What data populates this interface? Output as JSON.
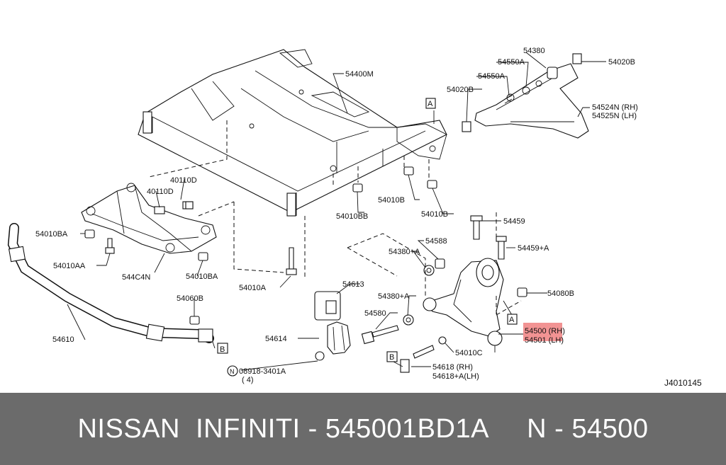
{
  "diagram": {
    "labels": {
      "l_54400M": "54400M",
      "l_54380": "54380",
      "l_54550A_1": "54550A",
      "l_54550A_2": "54550A",
      "l_54020B_1": "54020B",
      "l_54020B_2": "54020B",
      "l_54524N": "54524N (RH)",
      "l_54525N": "54525N (LH)",
      "l_40110D_1": "40110D",
      "l_40110D_2": "40110D",
      "l_54010B": "54010B",
      "l_54010BB": "54010BB",
      "l_54010B_2": "54010B",
      "l_54010BA_1": "54010BA",
      "l_54010AA": "54010AA",
      "l_544C4N": "544C4N",
      "l_54010BA_2": "54010BA",
      "l_54010A": "54010A",
      "l_54459": "54459",
      "l_54459A": "54459+A",
      "l_54588": "54588",
      "l_54380A_1": "54380+A",
      "l_54380A_2": "54380+A",
      "l_54080B": "54080B",
      "l_54613": "54613",
      "l_54580": "54580",
      "l_54500": "54500 (RH)",
      "l_54501": "54501 (LH)",
      "l_54010C": "54010C",
      "l_54614": "54614",
      "l_54060B": "54060B",
      "l_54610": "54610",
      "l_08918": "08918-3401A",
      "l_qty4": "( 4)",
      "l_54618": "54618 (RH)",
      "l_54618A": "54618+A(LH)",
      "l_ref": "J4010145",
      "mark_A1": "A",
      "mark_A2": "A",
      "mark_B1": "B",
      "mark_B2": "B",
      "mark_N": "N"
    },
    "highlight_color": "#f08080"
  },
  "banner": {
    "text": "NISSAN  INFINITI - 545001BD1A     N - 54500",
    "background": "#6b6b6b",
    "text_color": "#ffffff"
  }
}
